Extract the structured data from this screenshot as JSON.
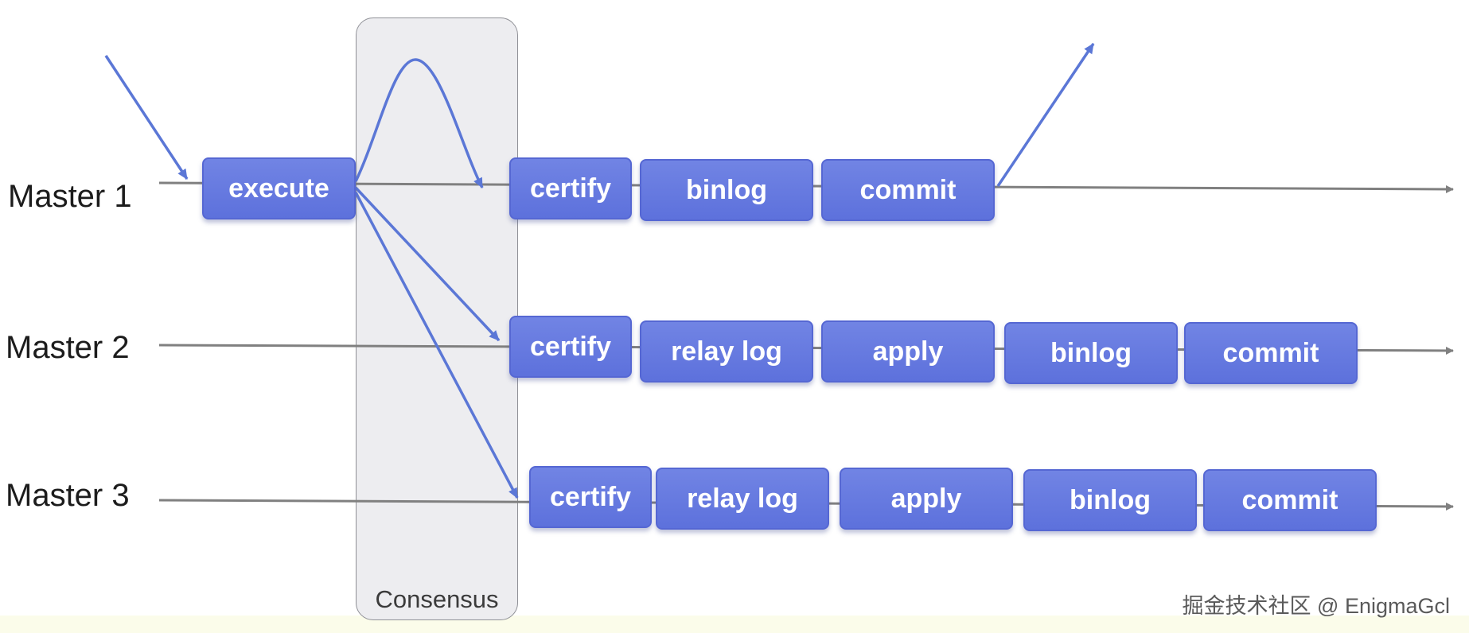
{
  "diagram": {
    "consensus_label": "Consensus",
    "rows": [
      {
        "label": "Master 1",
        "steps": [
          "execute",
          "certify",
          "binlog",
          "commit"
        ]
      },
      {
        "label": "Master 2",
        "steps": [
          "certify",
          "relay log",
          "apply",
          "binlog",
          "commit"
        ]
      },
      {
        "label": "Master 3",
        "steps": [
          "certify",
          "relay log",
          "apply",
          "binlog",
          "commit"
        ]
      }
    ]
  },
  "watermark": "掘金技术社区 @ EnigmaGcl",
  "colors": {
    "step_fill": "#6478df",
    "arrow_blue": "#5b77d6",
    "timeline_gray": "#808080",
    "consensus_fill": "#ededf0"
  }
}
